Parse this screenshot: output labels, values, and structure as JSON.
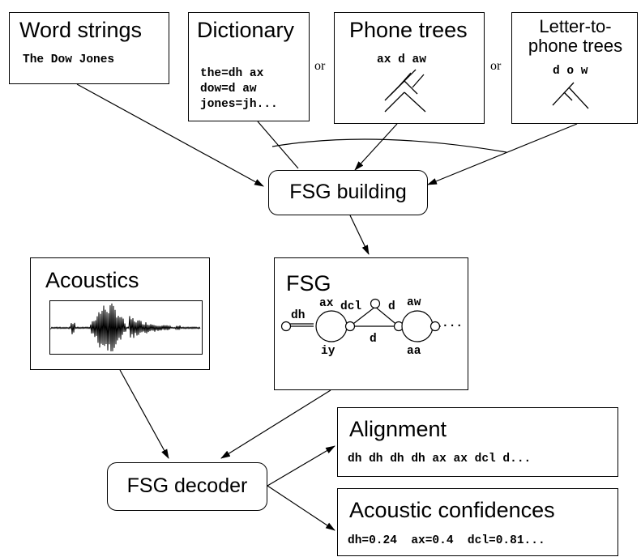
{
  "sources": {
    "word_strings": {
      "title": "Word strings",
      "text": "The Dow Jones"
    },
    "dictionary": {
      "title": "Dictionary",
      "lines": [
        "the=dh ax",
        "dow=d aw",
        "jones=jh..."
      ]
    },
    "phone_trees": {
      "title": "Phone trees",
      "text": "ax d aw"
    },
    "letter_trees": {
      "title_line1": "Letter-to-",
      "title_line2": "phone trees",
      "text": "d o w"
    },
    "or_1": "or",
    "or_2": "or"
  },
  "fsg_building": {
    "label": "FSG building"
  },
  "acoustics": {
    "title": "Acoustics"
  },
  "fsg": {
    "title": "FSG",
    "arc_labels": {
      "dh": "dh",
      "ax": "ax",
      "dcl": "dcl",
      "d_top": "d",
      "aw": "aw",
      "iy": "iy",
      "d_bottom": "d",
      "aa": "aa",
      "ellipsis": "..."
    }
  },
  "fsg_decoder": {
    "label": "FSG decoder"
  },
  "alignment": {
    "title": "Alignment",
    "text": "dh dh dh dh ax ax dcl d..."
  },
  "confidences": {
    "title": "Acoustic confidences",
    "text": "dh=0.24  ax=0.4  dcl=0.81..."
  }
}
